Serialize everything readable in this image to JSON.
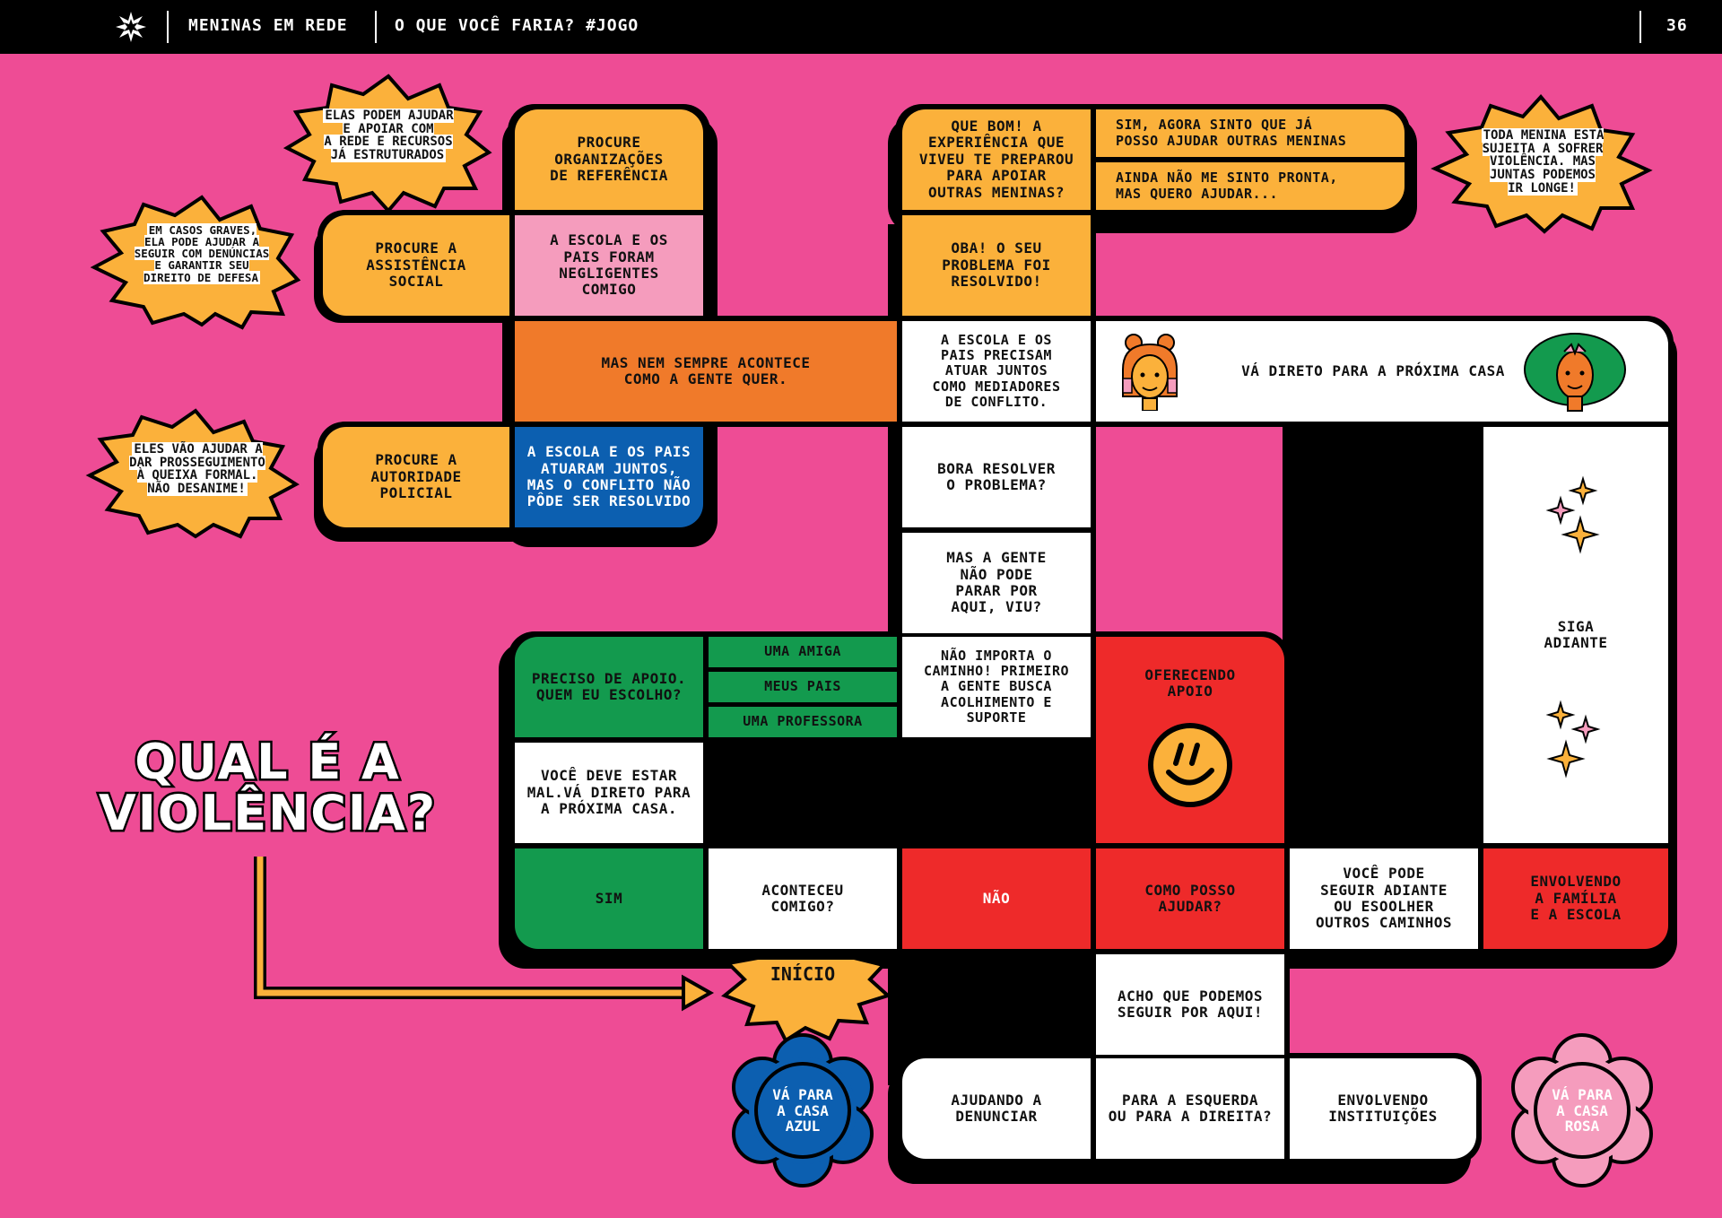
{
  "header": {
    "section": "MENINAS EM REDE",
    "subtitle": "O QUE VOCÊ FARIA? #JOGO",
    "page_number": "36"
  },
  "title": "QUAL É A\nVIOLÊNCIA?",
  "start_label": "INÍCIO",
  "bursts": {
    "burst_help": "ELAS PODEM AJUDAR\nE APOIAR COM\nA REDE E RECURSOS\nJÁ ESTRUTURADOS",
    "burst_graves": "EM CASOS GRAVES,\nELA PODE AJUDAR A\nSEGUIR COM DENÚNCIAS\nE GARANTIR SEU\nDIREITO DE DEFESA",
    "burst_formal": "ELES VÃO AJUDAR A\nDAR PROSSEGUIMENTO\nÀ QUEIXA FORMAL.\nNÃO DESANIME!",
    "burst_toda": "TODA MENINA ESTÁ\nSUJEITA A SOFRER\nVIOLÊNCIA. MAS\nJUNTAS PODEMOS\nIR LONGE!"
  },
  "cells": {
    "procure_org": "PROCURE\nORGANIZAÇÕES\nDE REFERÊNCIA",
    "procure_assist": "PROCURE A\nASSISTÊNCIA\nSOCIAL",
    "escola_negligentes": "A ESCOLA E OS\nPAIS FORAM\nNEGLIGENTES\nCOMIGO",
    "mas_nem_sempre": "MAS NEM SEMPRE ACONTECE\nCOMO A GENTE QUER.",
    "procure_policial": "PROCURE A\nAUTORIDADE\nPOLICIAL",
    "escola_juntos": "A ESCOLA E OS PAIS\nATUARAM JUNTOS,\nMAS O CONFLITO NÃO\nPÔDE SER RESOLVIDO",
    "que_bom": "QUE BOM! A\nEXPERIÊNCIA QUE\nVIVEU TE PREPAROU\nPARA APOIAR\nOUTRAS MENINAS?",
    "sim_agora": "SIM, AGORA SINTO QUE JÁ\nPOSSO AJUDAR OUTRAS MENINAS",
    "ainda_nao": "AINDA NÃO ME SINTO PRONTA,\nMAS QUERO AJUDAR...",
    "oba": "OBA! O SEU\nPROBLEMA FOI\nRESOLVIDO!",
    "escola_precisam": "A ESCOLA E OS\nPAIS PRECISAM\nATUAR JUNTOS\nCOMO MEDIADORES\nDE CONFLITO.",
    "va_direto_proxima": "VÁ DIRETO PARA A PRÓXIMA CASA",
    "bora": "BORA RESOLVER\nO PROBLEMA?",
    "mas_a_gente": "MAS A GENTE\nNÃO PODE\nPARAR POR\nAQUI, VIU?",
    "siga": "SIGA\nADIANTE",
    "preciso": "PRECISO DE APOIO.\nQUEM EU ESCOLHO?",
    "amiga": "UMA AMIGA",
    "meus_pais": "MEUS PAIS",
    "professora": "UMA PROFESSORA",
    "nao_importa": "NÃO IMPORTA O\nCAMINHO! PRIMEIRO\nA GENTE BUSCA\nACOLHIMENTO E\nSUPORTE",
    "oferecendo": "OFERECENDO\nAPOIO",
    "voce_deve": "VOCÊ DEVE ESTAR\nMAL.VÁ DIRETO PARA\nA PRÓXIMA CASA.",
    "sim": "SIM",
    "aconteceu": "ACONTECEU\nCOMIGO?",
    "nao": "NÃO",
    "como_posso": "COMO POSSO\nAJUDAR?",
    "voce_pode": "VOCÊ PODE\nSEGUIR ADIANTE\nOU ESOOLHER\nOUTROS CAMINHOS",
    "envolvendo_familia": "ENVOLVENDO\nA FAMÍLIA\nE A ESCOLA",
    "acho": "ACHO QUE PODEMOS\nSEGUIR POR AQUI!",
    "ajudando": "AJUDANDO A\nDENUNCIAR",
    "esquerda": "PARA A ESQUERDA\nOU PARA A DIREITA?",
    "instituicoes": "ENVOLVENDO\nINSTITUIÇÕES"
  },
  "flowers": {
    "azul": "VÁ PARA\nA CASA\nAZUL",
    "rosa": "VÁ PARA\nA CASA\nROSA"
  },
  "colors": {
    "background": "#ee4c95",
    "yellow": "#fbb13b",
    "orange": "#f07a2a",
    "pink": "#f59cbd",
    "blue": "#0c5fb0",
    "green": "#139a4e",
    "red": "#ee2a2a"
  }
}
